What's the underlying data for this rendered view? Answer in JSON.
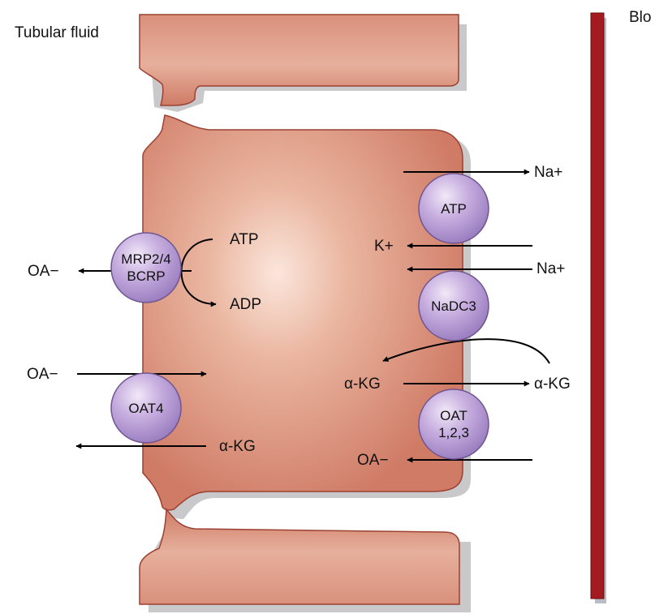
{
  "regions": {
    "tubular_fluid": "Tubular fluid",
    "blood": "Blo"
  },
  "apical": {
    "mrp": {
      "line1": "MRP2/4",
      "line2": "BCRP"
    },
    "oat4": "OAT4",
    "atp_label": "ATP",
    "adp_label": "ADP",
    "oa_out": "OA−",
    "oa_in": "OA−",
    "akg_out": "α-KG"
  },
  "basolateral": {
    "atpase": "ATP",
    "nadc3": "NaDC3",
    "oat": {
      "line1": "OAT",
      "line2": "1,2,3"
    },
    "na_out": "Na+",
    "k_in": "K+",
    "na_in": "Na+",
    "akg_cell": "α-KG",
    "akg_blood": "α-KG",
    "oa_in": "OA−"
  },
  "colors": {
    "cell_fill": "#d48470",
    "cell_stroke": "#9c4032",
    "protein_fill": "#b79bd1",
    "protein_stroke": "#6f5590",
    "blood_vessel": "#a31b20",
    "arrow": "#000000"
  }
}
